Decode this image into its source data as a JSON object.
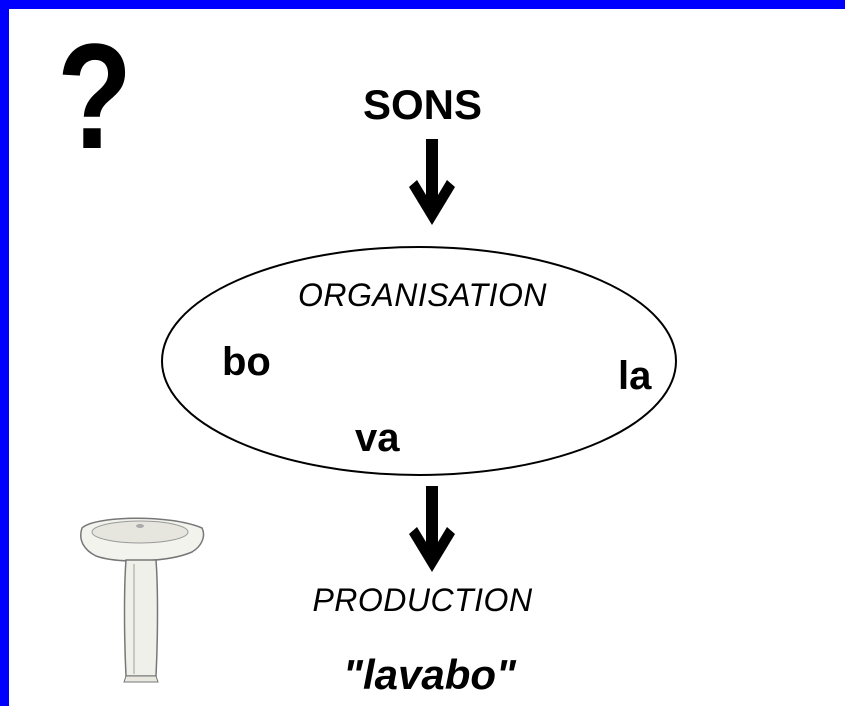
{
  "question_symbol": "?",
  "top_label": "SONS",
  "middle_label": "ORGANISATION",
  "syllables": {
    "bo": "bo",
    "la": "la",
    "va": "va"
  },
  "bottom_label": "PRODUCTION",
  "word": "\"lavabo\"",
  "colors": {
    "border": "#0000ff",
    "background": "#ffffff",
    "ink": "#000000"
  },
  "icons": {
    "arrow": "down-arrow-icon",
    "sink": "washbasin-icon"
  }
}
